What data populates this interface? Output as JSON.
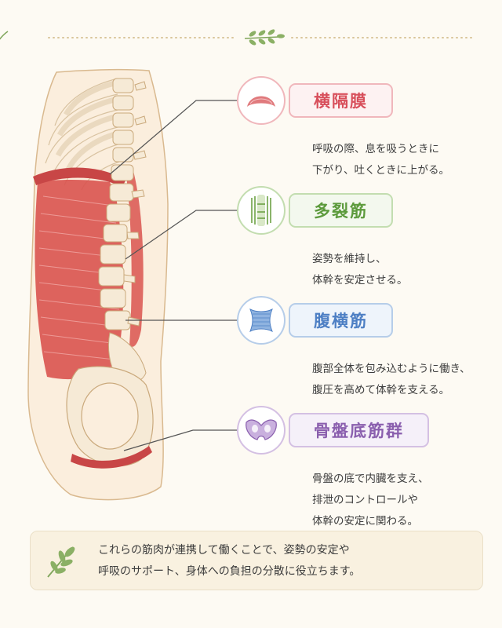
{
  "muscles": [
    {
      "name": "横隔膜",
      "description": [
        "呼吸の際、息を吸うときに",
        "下がり、吐くときに上がる。"
      ],
      "color": "#d8505c",
      "border": "#f0b7bc",
      "fill": "#fdf2f2",
      "icon": "diaphragm-icon"
    },
    {
      "name": "多裂筋",
      "description": [
        "姿勢を維持し、",
        "体幹を安定させる。"
      ],
      "color": "#5c9a3c",
      "border": "#c3ddb0",
      "fill": "#f3f8ee",
      "icon": "multifidus-icon"
    },
    {
      "name": "腹横筋",
      "description": [
        "腹部全体を包み込むように働き、",
        "腹圧を高めて体幹を支える。"
      ],
      "color": "#4d7fc4",
      "border": "#b6cde9",
      "fill": "#eef4fb",
      "icon": "transversus-abdominis-icon"
    },
    {
      "name": "骨盤底筋群",
      "description": [
        "骨盤の底で内臓を支え、",
        "排泄のコントロールや",
        "体幹の安定に関わる。"
      ],
      "color": "#8a5fae",
      "border": "#d4c0e3",
      "fill": "#f5f0f9",
      "icon": "pelvic-floor-icon"
    }
  ],
  "summary": {
    "lines": [
      "これらの筋肉が連携して働くことで、姿勢の安定や",
      "呼吸のサポート、身体への負担の分散に役立ちます。"
    ],
    "icon": "leaf-sprig-icon"
  },
  "colors": {
    "background": "#fdfaf3",
    "muscle_red": "#d9534f",
    "bone": "#f7ecd8",
    "leaf_green": "#7fa55a"
  }
}
